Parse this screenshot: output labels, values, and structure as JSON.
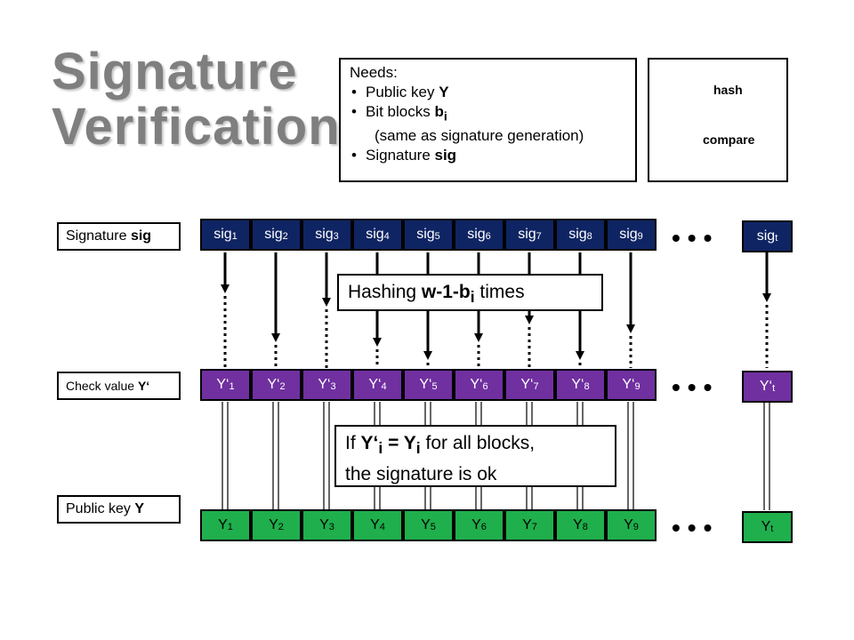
{
  "title": {
    "line1": "Signature",
    "line2": "Verification"
  },
  "needs": {
    "heading": "Needs:",
    "item1_text": "Public key ",
    "item1_bold": "Y",
    "item2_text": "Bit blocks ",
    "item2_bold": "b",
    "item2_sub": "i",
    "item2_note": "(same as signature generation)",
    "item3_text": "Signature ",
    "item3_bold": "sig"
  },
  "legend": {
    "hash_label": "hash",
    "compare_label": "compare"
  },
  "rows": {
    "signature_label_text": "Signature ",
    "signature_label_bold": "sig",
    "check_label_text": "Check value ",
    "check_label_bold": "Y‘",
    "public_label_text": "Public key ",
    "public_label_bold": "Y"
  },
  "sig_blocks": [
    {
      "base": "sig",
      "sub": "1"
    },
    {
      "base": "sig",
      "sub": "2"
    },
    {
      "base": "sig",
      "sub": "3"
    },
    {
      "base": "sig",
      "sub": "4"
    },
    {
      "base": "sig",
      "sub": "5"
    },
    {
      "base": "sig",
      "sub": "6"
    },
    {
      "base": "sig",
      "sub": "7"
    },
    {
      "base": "sig",
      "sub": "8"
    },
    {
      "base": "sig",
      "sub": "9"
    },
    {
      "base": "sig",
      "sub": "t"
    }
  ],
  "check_blocks": [
    {
      "base": "Y‘",
      "sub": "1"
    },
    {
      "base": "Y‘",
      "sub": "2"
    },
    {
      "base": "Y‘",
      "sub": "3"
    },
    {
      "base": "Y‘",
      "sub": "4"
    },
    {
      "base": "Y‘",
      "sub": "5"
    },
    {
      "base": "Y‘",
      "sub": "6"
    },
    {
      "base": "Y‘",
      "sub": "7"
    },
    {
      "base": "Y‘",
      "sub": "8"
    },
    {
      "base": "Y‘",
      "sub": "9"
    },
    {
      "base": "Y‘",
      "sub": "t"
    }
  ],
  "public_blocks": [
    {
      "base": "Y",
      "sub": "1"
    },
    {
      "base": "Y",
      "sub": "2"
    },
    {
      "base": "Y",
      "sub": "3"
    },
    {
      "base": "Y",
      "sub": "4"
    },
    {
      "base": "Y",
      "sub": "5"
    },
    {
      "base": "Y",
      "sub": "6"
    },
    {
      "base": "Y",
      "sub": "7"
    },
    {
      "base": "Y",
      "sub": "8"
    },
    {
      "base": "Y",
      "sub": "9"
    },
    {
      "base": "Y",
      "sub": "t"
    }
  ],
  "ellipsis": "•••",
  "hashing_callout": {
    "prefix": "Hashing  ",
    "bold": "w-1-b",
    "bold_sub": "i",
    "suffix": "  times"
  },
  "compare_callout": {
    "line1_a": "If  ",
    "line1_y1": "Y‘",
    "line1_sub1": "i",
    "line1_eq": " = Y",
    "line1_sub2": "i",
    "line1_b": "  for all blocks,",
    "line2": "the signature is ok"
  },
  "colors": {
    "sig_block": "#0f2463",
    "check_block": "#7030a0",
    "public_block": "#1faf4c",
    "title": "#7f7f7f"
  }
}
